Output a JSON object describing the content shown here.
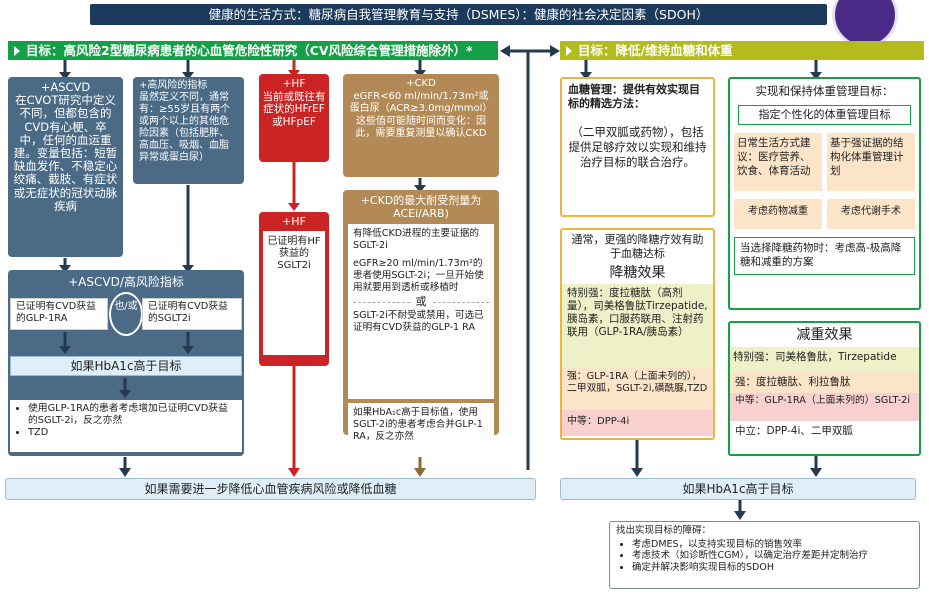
{
  "top_banner": "健康的生活方式：糖尿病自我管理教育与支持（DSMES）：健康的社会决定因素（SDOH）",
  "goal_left": "目标：高风险2型糖尿病患者的心血管危险性研究（CV风险综合管理措施除外）*",
  "goal_right": "目标：降低/维持血糖和体重",
  "ascvd_box": "+ASCVD\n在CVOT研究中定义不同，但都包含的CVD有心梗、卒中，任何的血运重建。变量包括：短暂缺血发作、不稳定心绞痛、截肢、有症状或无症状的冠状动脉疾病",
  "risk_box": "+高风险的指标\n虽然定义不同，通常有：≥55岁且有两个或两个以上的其他危险因素（包括肥胖、高血压、吸烟、血脂异常或蛋白尿）",
  "hf_box1": "+HF\n当前或既往有症状的HFrEF或HFpEF",
  "hf_box2_title": "+HF",
  "hf_box2_body": "已证明有HF获益的SGLT2i",
  "ckd_box1": "+CKD\neGFR<60 ml/min/1.73m²或蛋白尿（ACR≥3.0mg/mmol）这些值可能随时间而变化：因此，需要重复测量以确认CKD",
  "ckd_box2_title": "+CKD的最大耐受剂量为ACEi/ARB)",
  "ckd_box2_p1": "有降低CKD进程的主要证据的SGLT-2i",
  "ckd_box2_p2": "eGFR≥20 ml/min/1.73m²的患者使用SGLT-2i；一旦开始使用就要用到透析或移植时",
  "ckd_box2_or": "或",
  "ckd_box2_p3": "SGLT-2i不耐受或禁用，可选已证明有CVD获益的GLP-1 RA",
  "ckd_box2_p4": "如果HbA₁c高于目标值，使用SGLT-2i的患者考虑合并GLP-1 RA，反之亦然",
  "mid_title": "+ASCVD/高风险指标",
  "mid_left": "已证明有CVD获益的GLP-1RA",
  "mid_or": "也/或",
  "mid_right": "已证明有CVD获益的SGLT2i",
  "mid_hba": "如果HbA1c高于目标",
  "mid_bullets": [
    "使用GLP-1RA的患者考虑增加已证明CVD获益的SGLT-2i，反之亦然",
    "TZD"
  ],
  "bottom_left": "如果需要进一步降低心血管疾病风险或降低血糖",
  "glucose_title": "血糖管理：提供有效实现目标的精选方法：",
  "glucose_body": "（二甲双胍或药物），包括提供足够疗效以实现和维持治疗目标的联合治疗。",
  "glucose_note": "通常，更强的降糖疗效有助于血糖达标",
  "glucose_effect_title": "降糖效果",
  "glucose_high": "特别强：度拉糖肽（高剂量），司美格鲁肽Tirzepatide,胰岛素，口服药联用、注射药联用（GLP-1RA/胰岛素）",
  "glucose_strong": "强：GLP-1RA（上面未列的），二甲双胍，SGLT-2i,磺酰脲,TZD",
  "glucose_mid": "中等：DPP-4i",
  "weight_title": "实现和保持体重管理目标：",
  "weight_sub": "指定个性化的体重管理目标",
  "weight_a": "日常生活方式建议：医疗营养、饮食、体育活动",
  "weight_b": "基于强证据的结构化体重管理计划",
  "weight_c": "考虑药物减重",
  "weight_d": "考虑代谢手术",
  "weight_e": "当选择降糖药物时：考虑高-极高降糖和减重的方案",
  "weight_effect_title": "减重效果",
  "weight_high": "特别强：司美格鲁肽，Tirzepatide",
  "weight_strong": "强：度拉糖肽、利拉鲁肽",
  "weight_mid": "中等：GLP-1RA（上面未列的）SGLT-2i",
  "weight_low": "中立：DPP-4i、二甲双胍",
  "bottom_right": "如果HbA1c高于目标",
  "tip_title": "找出实现目标的障碍：",
  "tip_items": [
    "考虑DMES，以支持实现目标的销售效率",
    "考虑技术（如诊断性CGM），以确定治疗差距并定制治疗",
    "确定并解决影响实现目标的SDOH"
  ],
  "colors": {
    "navy": "#1b3a5c",
    "green": "#13a046",
    "olive": "#b3bb1d",
    "red": "#cc2424",
    "tan": "#b38a55",
    "slate": "#4a6a85",
    "gold": "#f0b43a"
  }
}
